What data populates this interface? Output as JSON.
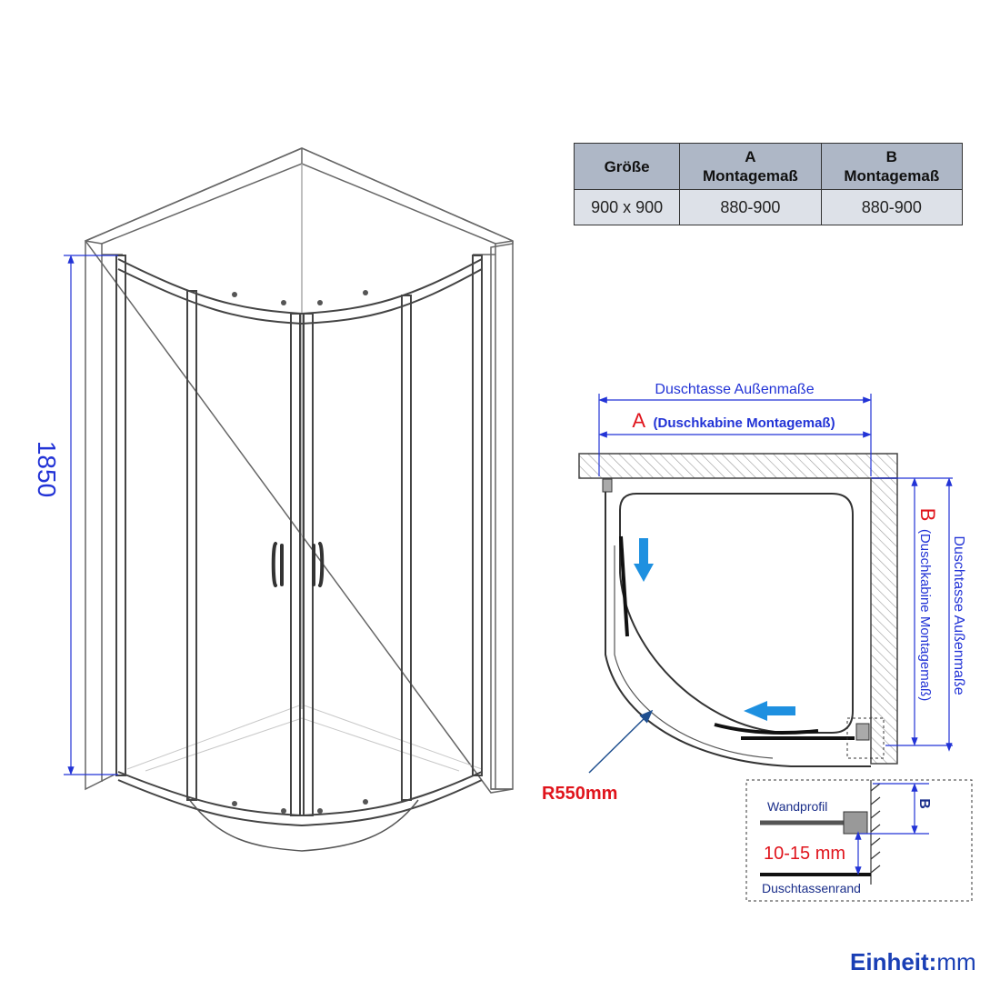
{
  "table": {
    "headers": [
      {
        "line1": "Größe",
        "line2": ""
      },
      {
        "line1": "A",
        "line2": "Montagemaß"
      },
      {
        "line1": "B",
        "line2": "Montagemaß"
      }
    ],
    "row": {
      "size": "900 x 900",
      "a": "880-900",
      "b": "880-900"
    }
  },
  "elevation": {
    "height_label": "1850"
  },
  "plan": {
    "outer_label_top": "Duschtasse Außenmaße",
    "a_letter": "A",
    "a_text": "(Duschkabine Montagemaß)",
    "b_letter": "B",
    "b_text": "(Duschkabine Montagemaß)",
    "outer_label_right": "Duschtasse Außenmaße",
    "radius_label": "R550mm"
  },
  "detail": {
    "wall_profile": "Wandprofil",
    "gap": "10-15 mm",
    "tray_edge": "Duschtassenrand",
    "b_letter": "B"
  },
  "unit": {
    "prefix": "Einheit:",
    "value": "mm"
  },
  "colors": {
    "dimension_blue": "#2233d6",
    "label_red": "#e0141c",
    "arrow_blue": "#1e90e0",
    "table_header": "#aeb7c6",
    "table_cell": "#dde1e8"
  }
}
